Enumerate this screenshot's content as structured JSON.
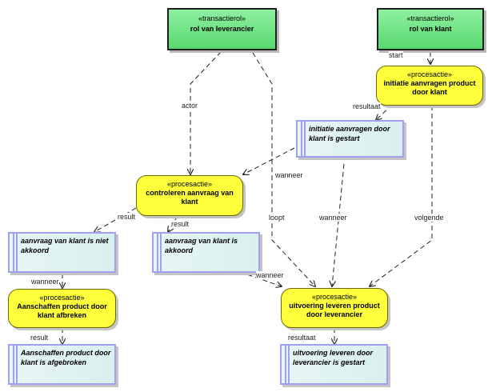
{
  "roles": {
    "leverancier": {
      "stereotype": "«transactierol»",
      "name": "rol van leverancier"
    },
    "klant": {
      "stereotype": "«transactierol»",
      "name": "rol van klant"
    }
  },
  "actions": {
    "initiatie": {
      "stereotype": "«procesactie»",
      "name": "initiatie aanvragen product door klant"
    },
    "controleren": {
      "stereotype": "«procesactie»",
      "name": "controleren aanvraag van klant"
    },
    "afbreken": {
      "stereotype": "«procesactie»",
      "name": "Aanschaffen product door klant afbreken"
    },
    "uitvoering": {
      "stereotype": "«procesactie»",
      "name": "uitvoering leveren product door leverancier"
    }
  },
  "events": {
    "initiatie_gestart": "initiatie aanvragen door klant is gestart",
    "niet_akkoord": "aanvraag van klant is niet akkoord",
    "akkoord": "aanvraag van klant is akkoord",
    "afgebroken": "Aanschaffen product door klant is afgebroken",
    "uitvoering_gestart": "uitvoering leveren door leverancier is gestart"
  },
  "labels": {
    "start": "start",
    "resultaat_1": "resultaat",
    "actor": "actor",
    "wanneer_1": "wanneer",
    "result_1": "result",
    "result_2": "result",
    "loopt": "loopt",
    "wanneer_2": "wanneer",
    "volgende": "volgende",
    "wanneer_3": "wanneer",
    "wanneer_4": "wanneer",
    "result_3": "result",
    "resultaat_2": "resultaat"
  },
  "colors": {
    "role_fill": "#58d86e",
    "action_fill": "#ffff3c",
    "event_border": "#a0a0f0",
    "edge": "#222222"
  }
}
